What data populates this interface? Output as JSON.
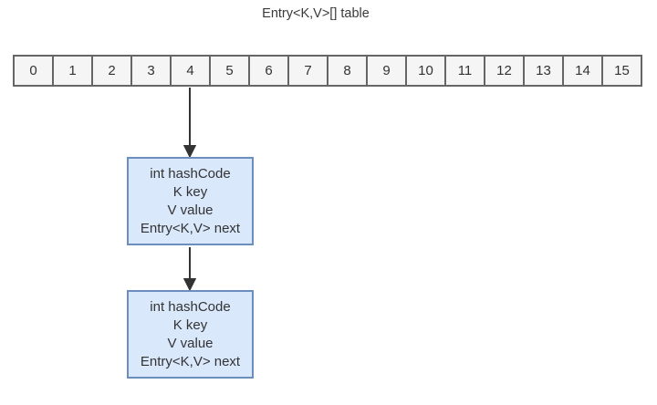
{
  "title": "Entry<K,V>[] table",
  "array": {
    "cells": [
      "0",
      "1",
      "2",
      "3",
      "4",
      "5",
      "6",
      "7",
      "8",
      "9",
      "10",
      "11",
      "12",
      "13",
      "14",
      "15"
    ],
    "pointer_from_index": "4"
  },
  "nodes": [
    {
      "lines": [
        "int hashCode",
        "K key",
        "V value",
        "Entry<K,V> next"
      ]
    },
    {
      "lines": [
        "int hashCode",
        "K key",
        "V value",
        "Entry<K,V> next"
      ]
    }
  ],
  "colors": {
    "node_fill": "#dae8fc",
    "node_border": "#6c8ebf",
    "cell_fill": "#f5f5f5",
    "cell_border": "#666666",
    "arrow": "#000000",
    "text": "#333333"
  }
}
